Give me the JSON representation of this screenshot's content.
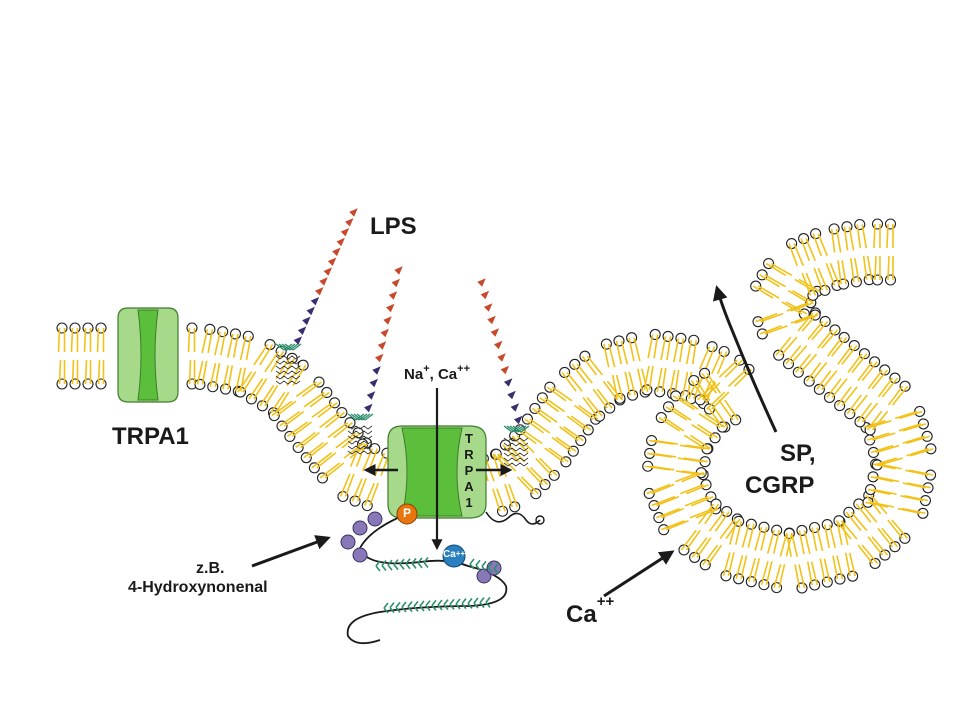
{
  "labels": {
    "lps": "LPS",
    "trpa1_left": "TRPA1",
    "na": "Na",
    "na_sup": "+",
    "comma_ca": ", Ca",
    "ca_sup_top": "++",
    "trpa1_vertical": "TRPA1",
    "phospho": "P",
    "ca_bead": "Ca",
    "ca_bead_sup": "++",
    "zb": "z.B.",
    "hne": "4-Hydroxynonenal",
    "ca_bottom": "Ca",
    "ca_bottom_sup": "++",
    "sp": "SP,",
    "cgrp": "CGRP"
  },
  "colors": {
    "lipid_tail": "#f2c218",
    "head_fill": "#ffffff",
    "head_stroke": "#222222",
    "channel_light": "#a6d98a",
    "channel_dark": "#5cbf3c",
    "lps_red": "#c8482c",
    "lps_purple": "#3a2f6e",
    "lps_green": "#2e8f6e",
    "phospho": "#e8760f",
    "ca_bead": "#2a7fc0",
    "residue": "#8878b8",
    "fatty_chain": "#2e8f6e",
    "arrow": "#1a1a1a"
  }
}
